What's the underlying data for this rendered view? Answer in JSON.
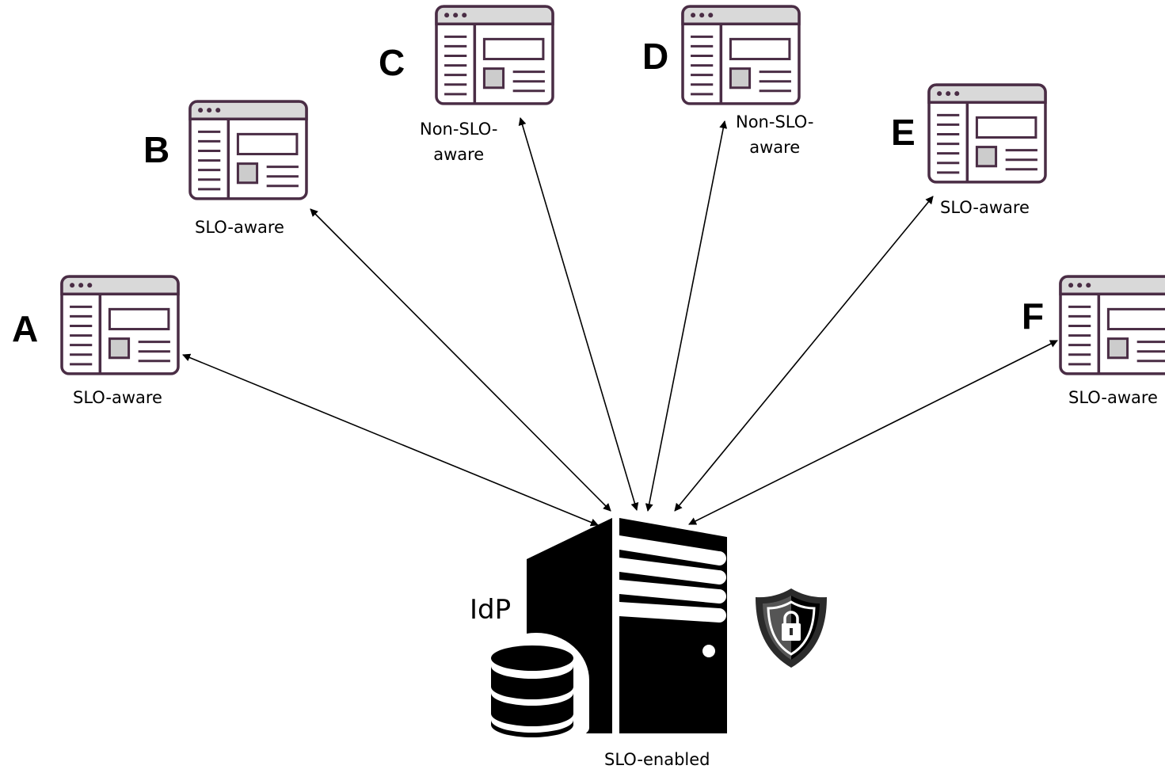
{
  "clients": [
    {
      "id": "A",
      "caption": "SLO-aware"
    },
    {
      "id": "B",
      "caption": "SLO-aware"
    },
    {
      "id": "C",
      "caption_line1": "Non-SLO-",
      "caption_line2": "aware"
    },
    {
      "id": "D",
      "caption_line1": "Non-SLO-",
      "caption_line2": "aware"
    },
    {
      "id": "E",
      "caption": "SLO-aware"
    },
    {
      "id": "F",
      "caption": "SLO-aware"
    }
  ],
  "idp": {
    "label": "IdP",
    "caption": "SLO-enabled"
  },
  "icons": {
    "client": "browser-window-icon",
    "server": "server-tower-icon",
    "database": "database-icon",
    "shield": "shield-lock-icon"
  },
  "colors": {
    "window_outline": "#4a2d45",
    "window_titlebar": "#d9d9d9",
    "arrow": "#000000"
  }
}
